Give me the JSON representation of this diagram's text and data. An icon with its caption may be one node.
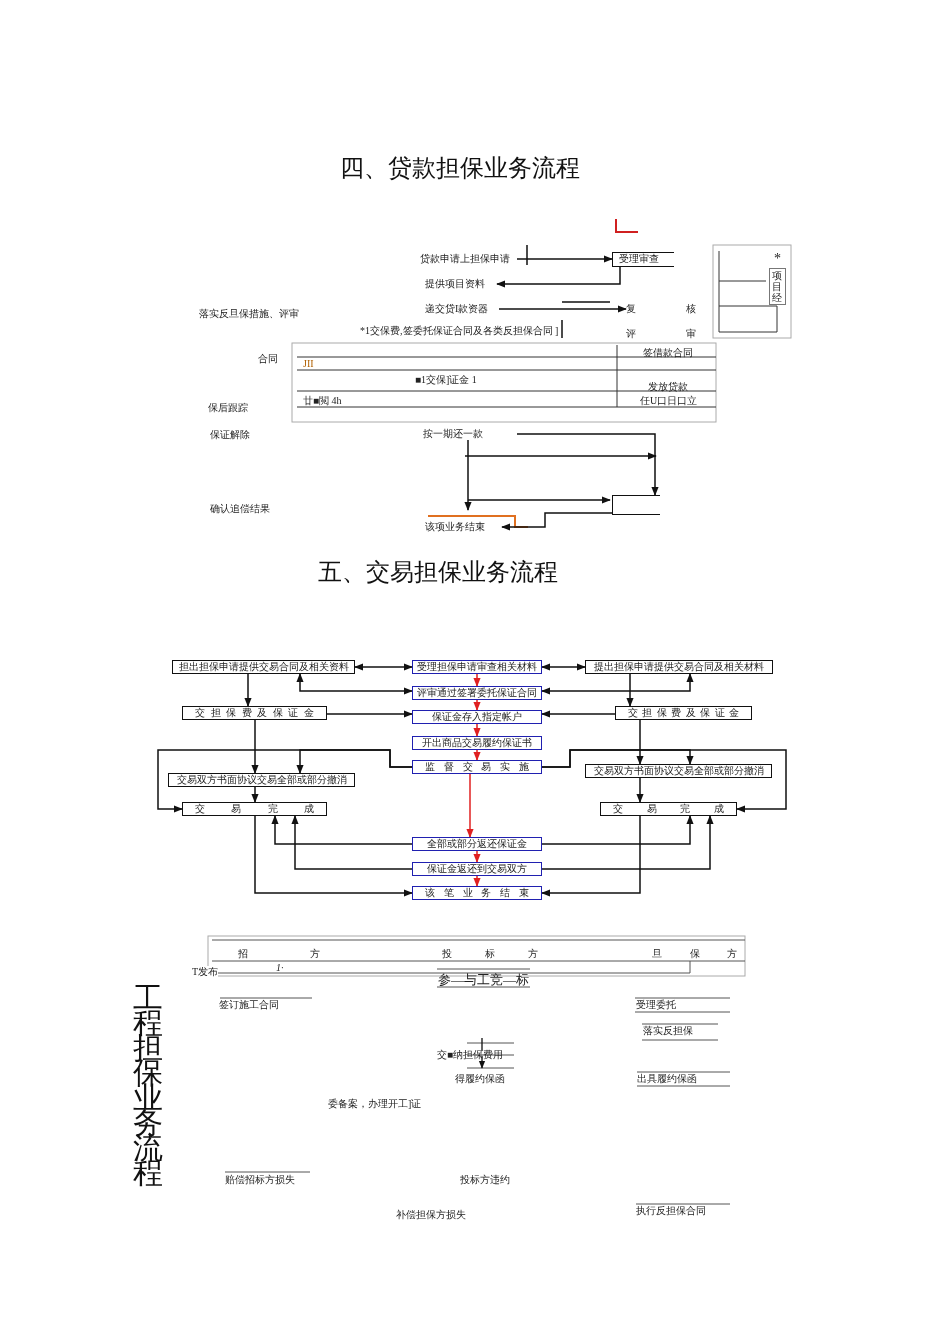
{
  "diagram": {
    "nodes": [
      {
        "text": [
          "贷款申请上担保申请"
        ]
      },
      {
        "text": [
          "受理审查"
        ]
      },
      {
        "text": [
          "提供项目资料"
        ]
      },
      {
        "text": [
          "递交贷I款资器"
        ]
      },
      {
        "text": [
          "复核"
        ]
      },
      {
        "text": [
          "*1交保费,签委托保证合同及各类反担保合同 ]"
        ]
      },
      {
        "text": [
          "评审"
        ]
      },
      {
        "text": [
          "按一期还一款"
        ]
      },
      {
        "text": [],
        "shape": "box"
      },
      {
        "text": [
          "该项业务结束"
        ]
      },
      {
        "text": [
          "担出担保申请提供交易合同及相关资料"
        ]
      },
      {
        "text": [
          "受理担保申请审查相关材料"
        ]
      },
      {
        "text": [
          "提出担保申请提供交易合同及相关材料"
        ]
      },
      {
        "text": [
          "评审通过签署委托保证合同"
        ]
      },
      {
        "text": [
          "交担保费及保证金"
        ]
      },
      {
        "text": [
          "保证金存入指定帐户"
        ]
      },
      {
        "text": [
          "交担保费及保证金"
        ]
      },
      {
        "text": [
          "开出商品交易履约保证书"
        ]
      },
      {
        "text": [
          "监督交易实施"
        ]
      },
      {
        "text": [
          "交易双方书面协议交易全部或部分撤消"
        ]
      },
      {
        "text": [
          "交易双方书面协议交易全部或部分撤消"
        ]
      },
      {
        "text": [
          "交易完成"
        ]
      },
      {
        "text": [
          "交易完成"
        ]
      },
      {
        "text": [
          "全部或部分返还保证金"
        ]
      },
      {
        "text": [
          "保证金返还到交易双方"
        ]
      },
      {
        "text": [
          "该笔业务结束"
        ]
      }
    ],
    "edges": [
      {
        "from": 0,
        "to": 1,
        "arrow": "to"
      },
      {
        "from": 1,
        "to": 2,
        "arrow": "to"
      },
      {
        "from": 3,
        "to": 4,
        "arrow": "to"
      },
      {
        "from": 7,
        "to": 8,
        "arrow": "to"
      },
      {
        "from": 8,
        "to": 9,
        "arrow": "to"
      },
      {
        "from": 10,
        "to": 11,
        "arrow": "both"
      },
      {
        "from": 11,
        "to": 12,
        "arrow": "both"
      },
      {
        "from": 11,
        "to": 13,
        "arrow": "to",
        "color": "#e02020"
      },
      {
        "from": 13,
        "to": 10,
        "arrow": "both"
      },
      {
        "from": 13,
        "to": 12,
        "arrow": "both"
      },
      {
        "from": 10,
        "to": 14,
        "arrow": "to"
      },
      {
        "from": 12,
        "to": 16,
        "arrow": "to"
      },
      {
        "from": 13,
        "to": 15,
        "arrow": "to",
        "color": "#e02020"
      },
      {
        "from": 14,
        "to": 15,
        "arrow": "to"
      },
      {
        "from": 16,
        "to": 15,
        "arrow": "to"
      },
      {
        "from": 15,
        "to": 17,
        "arrow": "to",
        "color": "#e02020"
      },
      {
        "from": 17,
        "to": 18,
        "arrow": "to",
        "color": "#e02020"
      },
      {
        "from": 14,
        "to": 19,
        "arrow": "to"
      },
      {
        "from": 16,
        "to": 20,
        "arrow": "to"
      },
      {
        "from": 18,
        "to": 19,
        "arrow": "to"
      },
      {
        "from": 18,
        "to": 21,
        "arrow": "to"
      },
      {
        "from": 18,
        "to": 20,
        "arrow": "to"
      },
      {
        "from": 18,
        "to": 22,
        "arrow": "to"
      },
      {
        "from": 19,
        "to": 21,
        "arrow": "to"
      },
      {
        "from": 20,
        "to": 22,
        "arrow": "to"
      },
      {
        "from": 18,
        "to": 23,
        "arrow": "to",
        "color": "#e02020"
      },
      {
        "from": 23,
        "to": 21,
        "arrow": "to"
      },
      {
        "from": 23,
        "to": 22,
        "arrow": "to"
      },
      {
        "from": 23,
        "to": 24,
        "arrow": "to",
        "color": "#e02020"
      },
      {
        "from": 24,
        "to": 21,
        "arrow": "to"
      },
      {
        "from": 24,
        "to": 22,
        "arrow": "to"
      },
      {
        "from": 24,
        "to": 25,
        "arrow": "to",
        "color": "#e02020"
      },
      {
        "from": 21,
        "to": 25,
        "arrow": "to"
      },
      {
        "from": 22,
        "to": 25,
        "arrow": "to"
      }
    ],
    "labels": [
      "四、贷款担保业务流程",
      "*",
      "项目经",
      "落实反旦保措施、评审",
      "合同",
      "签借款合同",
      "JII",
      "■1交保]证金 1",
      "发放贷款",
      "保后跟踪",
      "廿■閲 4h",
      "任U口日口立",
      "保证解除",
      "确认追偿结果",
      "五、交易担保业务流程",
      "招方",
      "投标方",
      "旦保方",
      "T发布",
      "1·",
      "参—与工竞—标",
      "签订施工合同",
      "受理委托",
      "落实反担保",
      "交■纳担保费用",
      "得履约保函",
      "出具履约保函",
      "委备案，办理开工]证",
      "赔偿招标方损失",
      "投标方违约",
      "补偿担保方损失",
      "执行反担保合同",
      "工程担保业务流程"
    ]
  }
}
